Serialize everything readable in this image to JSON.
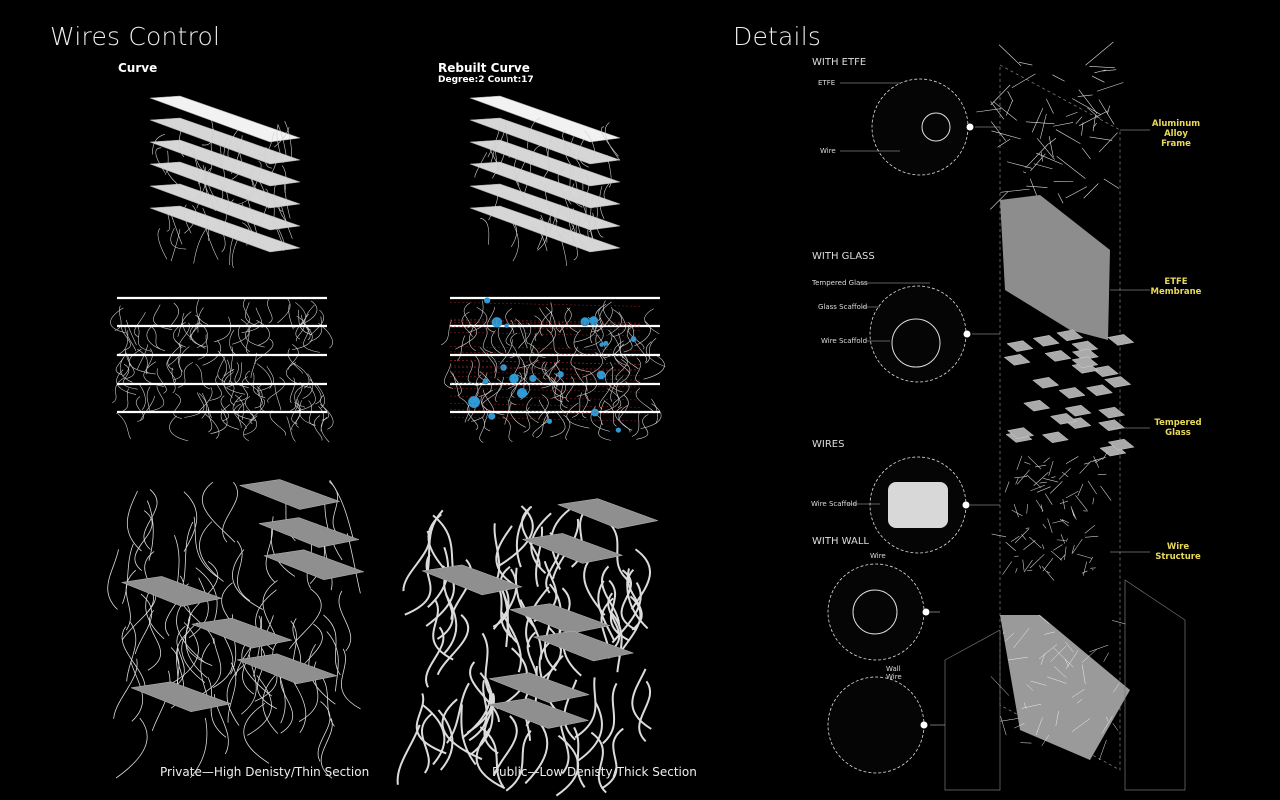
{
  "left": {
    "title": "Wires Control",
    "col1_heading": "Curve",
    "col2_heading": "Rebuilt  Curve",
    "col2_subheading": "Degree:2 Count:17",
    "caption_private": "Private—High Denisty/Thin Section",
    "caption_public": "Public—Low Denisty/Thick Section"
  },
  "right": {
    "title": "Details",
    "sections": {
      "etfe": "WITH ETFE",
      "glass": "WITH GLASS",
      "wires": "WIRES",
      "wall": "WITH WALL"
    },
    "labels": {
      "etfe": "ETFE",
      "wire_a": "Wire",
      "tempered_glass": "Tempered Glass",
      "glass_scaffold": "Glass Scaffold",
      "wire_scaffold_a": "Wire Scaffold",
      "wire_scaffold_b": "Wire Scaffold",
      "wire_b": "Wire",
      "wall": "Wall",
      "wire_c": "Wire"
    },
    "callouts": {
      "aluminum_1": "Aluminum",
      "aluminum_2": "Alloy",
      "aluminum_3": "Frame",
      "etfe_1": "ETFE",
      "etfe_2": "Membrane",
      "glass_1": "Tempered",
      "glass_2": "Glass",
      "wire_1": "Wire",
      "wire_2": "Structure"
    }
  },
  "colors": {
    "background": "#000000",
    "highlight": "#e8d95a",
    "node": "#2e9bd6",
    "plate": "#bdbdbd"
  }
}
